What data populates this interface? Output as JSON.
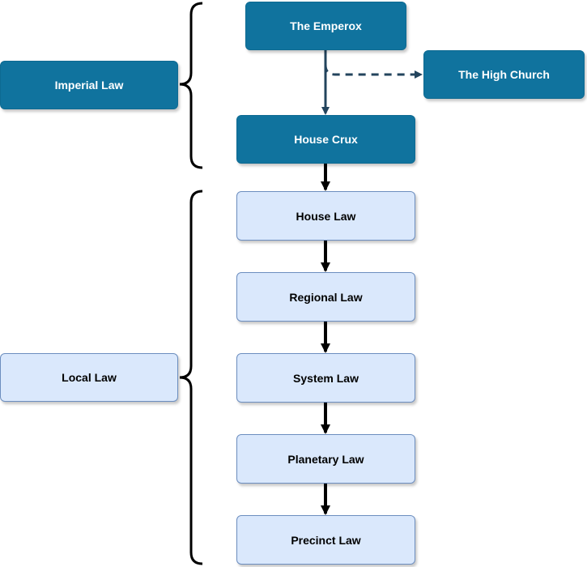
{
  "colors": {
    "imperial_fill": "#10739e",
    "local_fill": "#dae8fc",
    "local_border": "#6c8ebf",
    "imperial_connector": "#23445d",
    "local_connector": "#000000"
  },
  "groups": {
    "imperial": {
      "label": "Imperial Law"
    },
    "local": {
      "label": "Local Law"
    }
  },
  "nodes": {
    "emperox": "The Emperox",
    "high_church": "The High Church",
    "house_crux": "House Crux",
    "house_law": "House Law",
    "regional_law": "Regional Law",
    "system_law": "System Law",
    "planetary_law": "Planetary Law",
    "precinct_law": "Precinct Law"
  },
  "edges": [
    {
      "from": "The Emperox",
      "to": "House Crux",
      "style": "solid"
    },
    {
      "from": "The Emperox",
      "to": "The High Church",
      "style": "dashed"
    },
    {
      "from": "House Crux",
      "to": "House Law",
      "style": "solid"
    },
    {
      "from": "House Law",
      "to": "Regional Law",
      "style": "solid"
    },
    {
      "from": "Regional Law",
      "to": "System Law",
      "style": "solid"
    },
    {
      "from": "System Law",
      "to": "Planetary Law",
      "style": "solid"
    },
    {
      "from": "Planetary Law",
      "to": "Precinct Law",
      "style": "solid"
    }
  ]
}
